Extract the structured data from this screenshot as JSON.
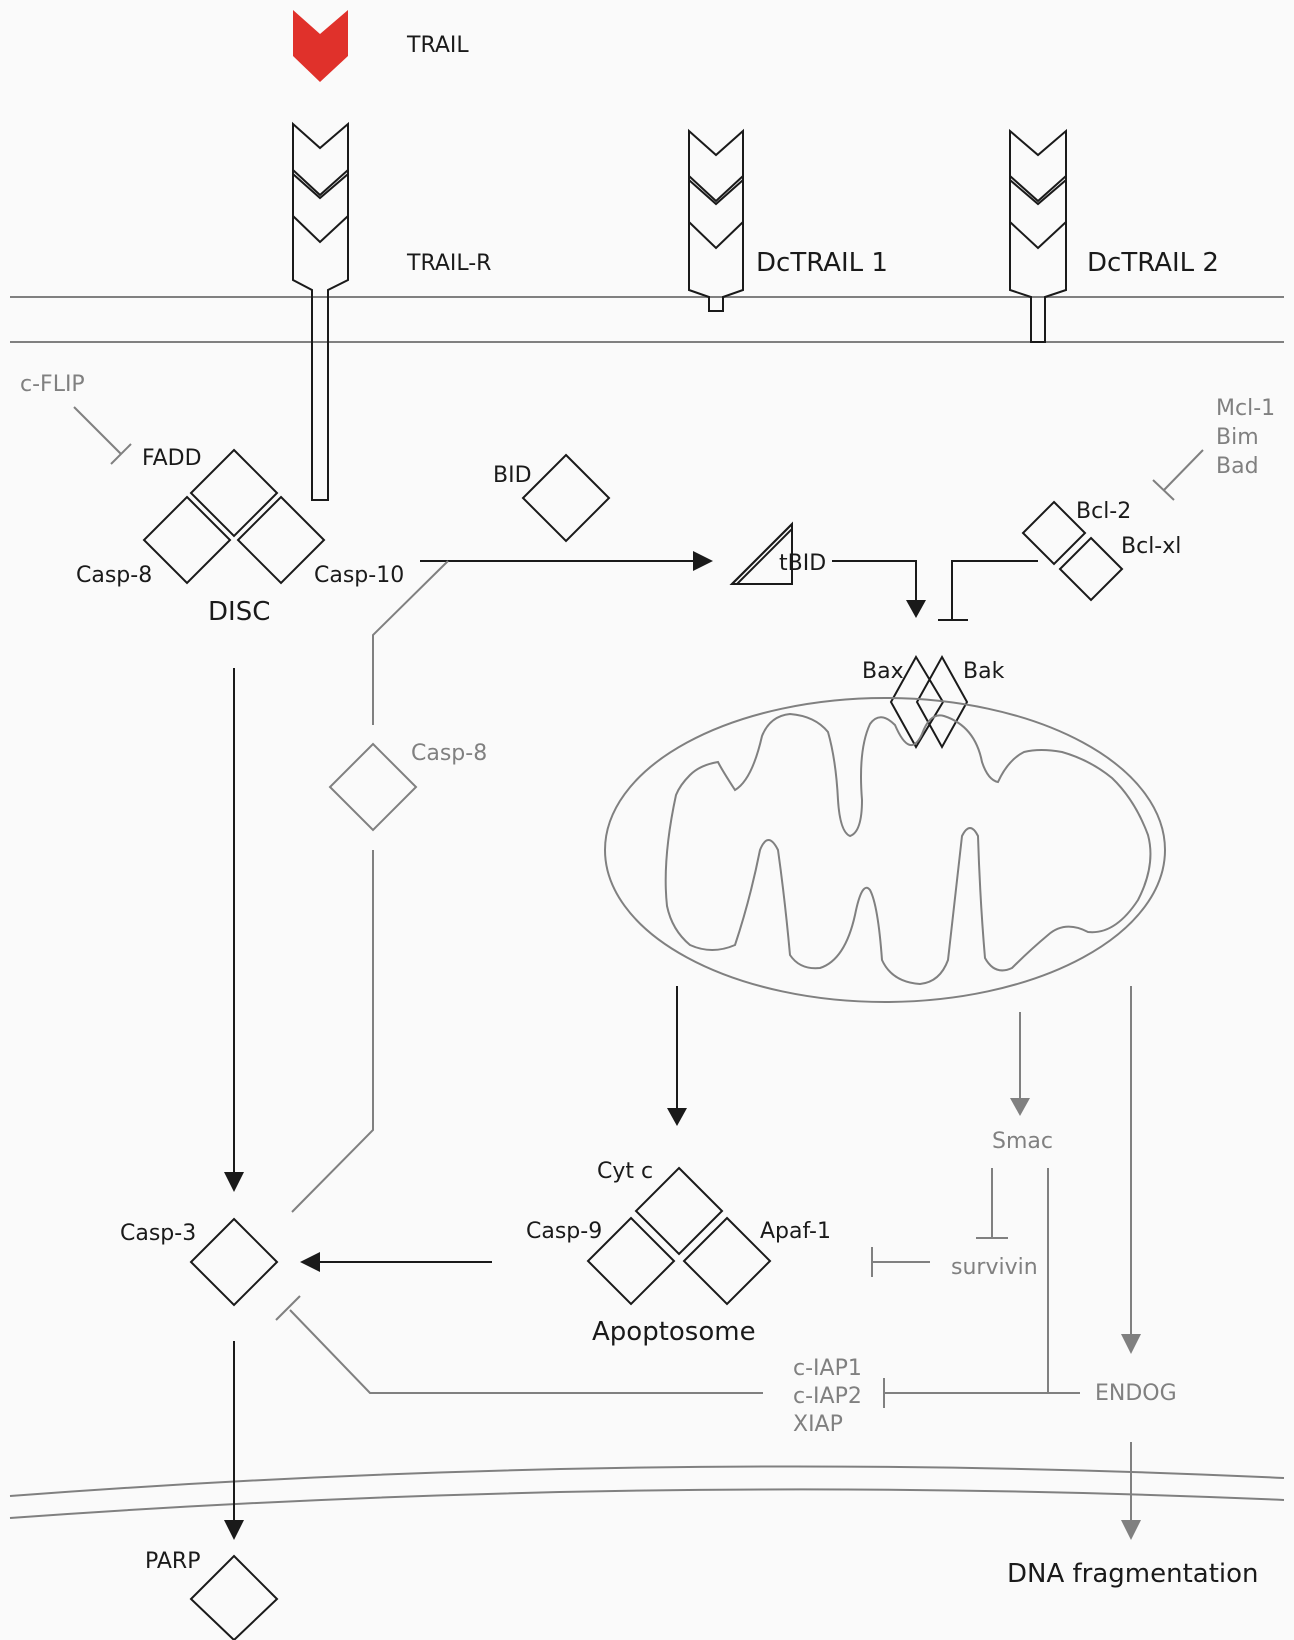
{
  "labels": {
    "trail": "TRAIL",
    "trail_r": "TRAIL-R",
    "dctrail1": "DcTRAIL 1",
    "dctrail2": "DcTRAIL 2",
    "cflip": "c-FLIP",
    "fadd": "FADD",
    "casp8_disc": "Casp-8",
    "casp10": "Casp-10",
    "disc": "DISC",
    "bid": "BID",
    "tbid": "tBID",
    "mcl1": "Mcl-1",
    "bim": "Bim",
    "bad": "Bad",
    "bcl2": "Bcl-2",
    "bclxl": "Bcl-xl",
    "bax": "Bax",
    "bak": "Bak",
    "casp8_path": "Casp-8",
    "smac": "Smac",
    "survivin": "survivin",
    "cyt_c": "Cyt c",
    "casp9": "Casp-9",
    "apaf1": "Apaf-1",
    "apoptosome": "Apoptosome",
    "casp3": "Casp-3",
    "ciap1": "c-IAP1",
    "ciap2": "c-IAP2",
    "xiap": "XIAP",
    "endog": "ENDOG",
    "parp": "PARP",
    "dna_frag": "DNA fragmentation"
  },
  "colors": {
    "ligand": "#e0312b",
    "inhibitor_grey": "#808080",
    "stroke": "#1a1a1a"
  }
}
